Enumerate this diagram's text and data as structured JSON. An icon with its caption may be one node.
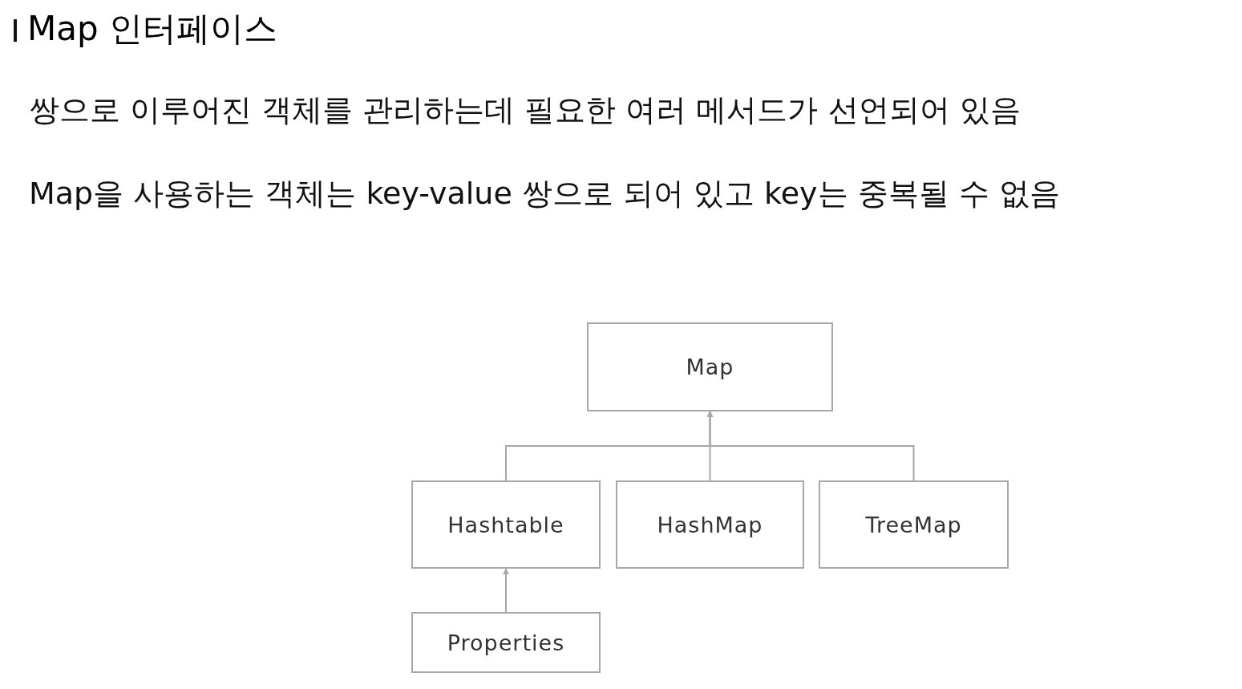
{
  "diagram": {
    "title": "Map 인터페이스",
    "nodes": [
      {
        "text": [
          "Map"
        ]
      },
      {
        "text": [
          "Hashtable"
        ]
      },
      {
        "text": [
          "HashMap"
        ]
      },
      {
        "text": [
          "TreeMap"
        ]
      },
      {
        "text": [
          "Properties"
        ]
      }
    ],
    "edges": [
      {
        "from": 1,
        "to": 0,
        "arrow": "to"
      },
      {
        "from": 2,
        "to": 0,
        "arrow": "to"
      },
      {
        "from": 3,
        "to": 0,
        "arrow": "to"
      },
      {
        "from": 4,
        "to": 1,
        "arrow": "to"
      }
    ],
    "labels": [
      "쌍으로 이루어진 객체를 관리하는데 필요한 여러 메서드가 선언되어 있음",
      "Map을 사용하는 객체는 key-value 쌍으로 되어 있고 key는 중복될 수 없음"
    ]
  }
}
